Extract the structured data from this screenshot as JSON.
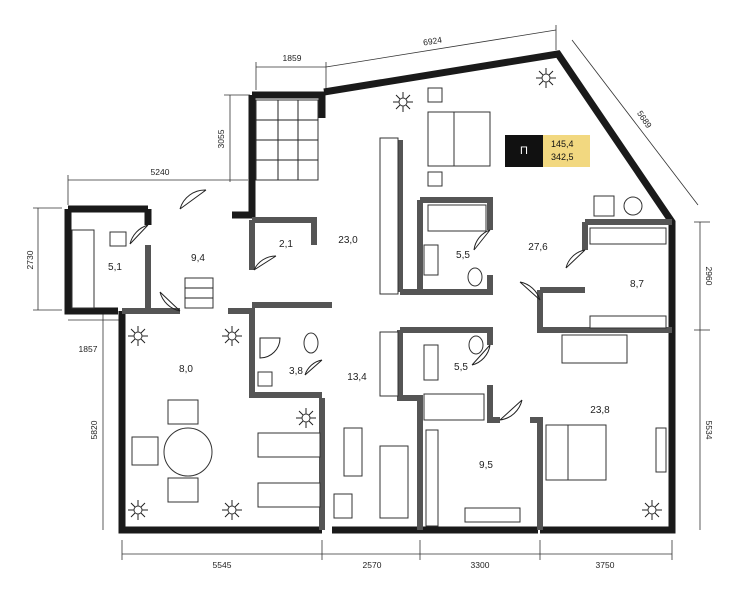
{
  "badge": {
    "tag": "П",
    "value_top": "145,4",
    "value_bottom": "342,5"
  },
  "rooms": [
    {
      "id": "r51",
      "area": "5,1"
    },
    {
      "id": "r94",
      "area": "9,4"
    },
    {
      "id": "r21",
      "area": "2,1"
    },
    {
      "id": "r230",
      "area": "23,0"
    },
    {
      "id": "r55a",
      "area": "5,5"
    },
    {
      "id": "r276",
      "area": "27,6"
    },
    {
      "id": "r87",
      "area": "8,7"
    },
    {
      "id": "r80",
      "area": "8,0"
    },
    {
      "id": "r38",
      "area": "3,8"
    },
    {
      "id": "r134",
      "area": "13,4"
    },
    {
      "id": "r55b",
      "area": "5,5"
    },
    {
      "id": "r238",
      "area": "23,8"
    },
    {
      "id": "r95",
      "area": "9,5"
    }
  ],
  "dimensions": {
    "d1859": "1859",
    "d6924": "6924",
    "d5689": "5689",
    "d3055": "3055",
    "d5240": "5240",
    "d2730": "2730",
    "d1857": "1857",
    "d2960": "2960",
    "d5820": "5820",
    "d5534": "5534",
    "d5545": "5545",
    "d2570": "2570",
    "d3300": "3300",
    "d3750": "3750"
  }
}
